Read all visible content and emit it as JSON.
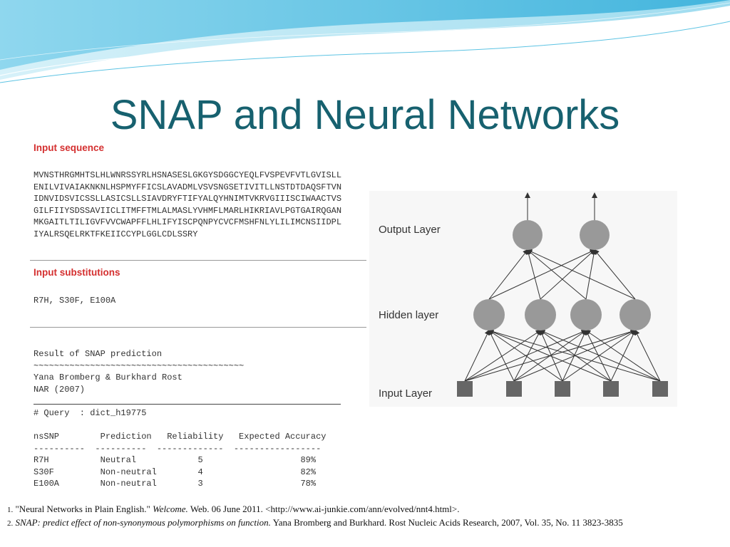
{
  "title": "SNAP and Neural Networks",
  "snap": {
    "input_sequence_heading": "Input sequence",
    "sequence_lines": [
      "MVNSTHRGMHTSLHLWNRSSYRLHSNASESLGKGYSDGGCYEQLFVSPEVFVTLGVISLL",
      "ENILVIVAIAKNKNLHSPMYFFICSLAVADMLVSVSNGSETIVITLLNSTDTDAQSFTVN",
      "IDNVIDSVICSSLLASICSLLSIAVDRYFTIFYALQYHNIMTVKRVGIIISCIWAACTVS",
      "GILFIIYSDSSAVIICLITMFFTMLALMASLYVHMFLMARLHIKRIAVLPGTGAIRQGAN",
      "MKGAITLTILIGVFVVCWAPFFLHLIFYISCPQNPYCVCFMSHFNLYLILIMCNSIIDPL",
      "IYALRSQELRKTFKEIICCYPLGGLCDLSSRY"
    ],
    "input_substitutions_heading": "Input substitutions",
    "substitutions": "R7H, S30F, E100A",
    "result_title": "Result of SNAP prediction",
    "tilde_line": "~~~~~~~~~~~~~~~~~~~~~~~~~~~~~~~~~~~~~~~~~",
    "authors": "Yana Bromberg & Burkhard Rost",
    "journal": "NAR (2007)",
    "query": "# Query  : dict_h19775",
    "table_header": "nsSNP        Prediction   Reliability   Expected Accuracy",
    "table_dashes": "----------  ----------  -------------  -----------------",
    "table_rows": [
      "R7H          Neutral            5                   89%",
      "S30F         Non-neutral        4                   82%",
      "E100A        Non-neutral        3                   78%"
    ]
  },
  "network": {
    "output_label": "Output Layer",
    "hidden_label": "Hidden layer",
    "input_label": "Input Layer",
    "node_fill": "#999999",
    "edge_color": "#333333",
    "output_nodes": 2,
    "hidden_nodes": 4,
    "input_nodes": 5
  },
  "footnotes": {
    "f1_num": "1.",
    "f1_text": "\"Neural Networks in Plain English.\"",
    "f1_italic": "Welcome.",
    "f1_rest": "Web. 06 June 2011. <http://www.ai-junkie.com/ann/evolved/nnt4.html>.",
    "f2_num": "2.",
    "f2_italic": "SNAP: predict effect of non-synonymous polymorphisms on function.",
    "f2_rest": "Yana Bromberg and Burkhard. Rost Nucleic Acids Research, 2007, Vol. 35, No. 11 3823-3835"
  },
  "colors": {
    "title": "#17616f",
    "heading_red": "#d42f2f",
    "wave_light": "#aee4f2",
    "wave_mid": "#5cc3e3",
    "wave_dark": "#2a9ccc"
  }
}
